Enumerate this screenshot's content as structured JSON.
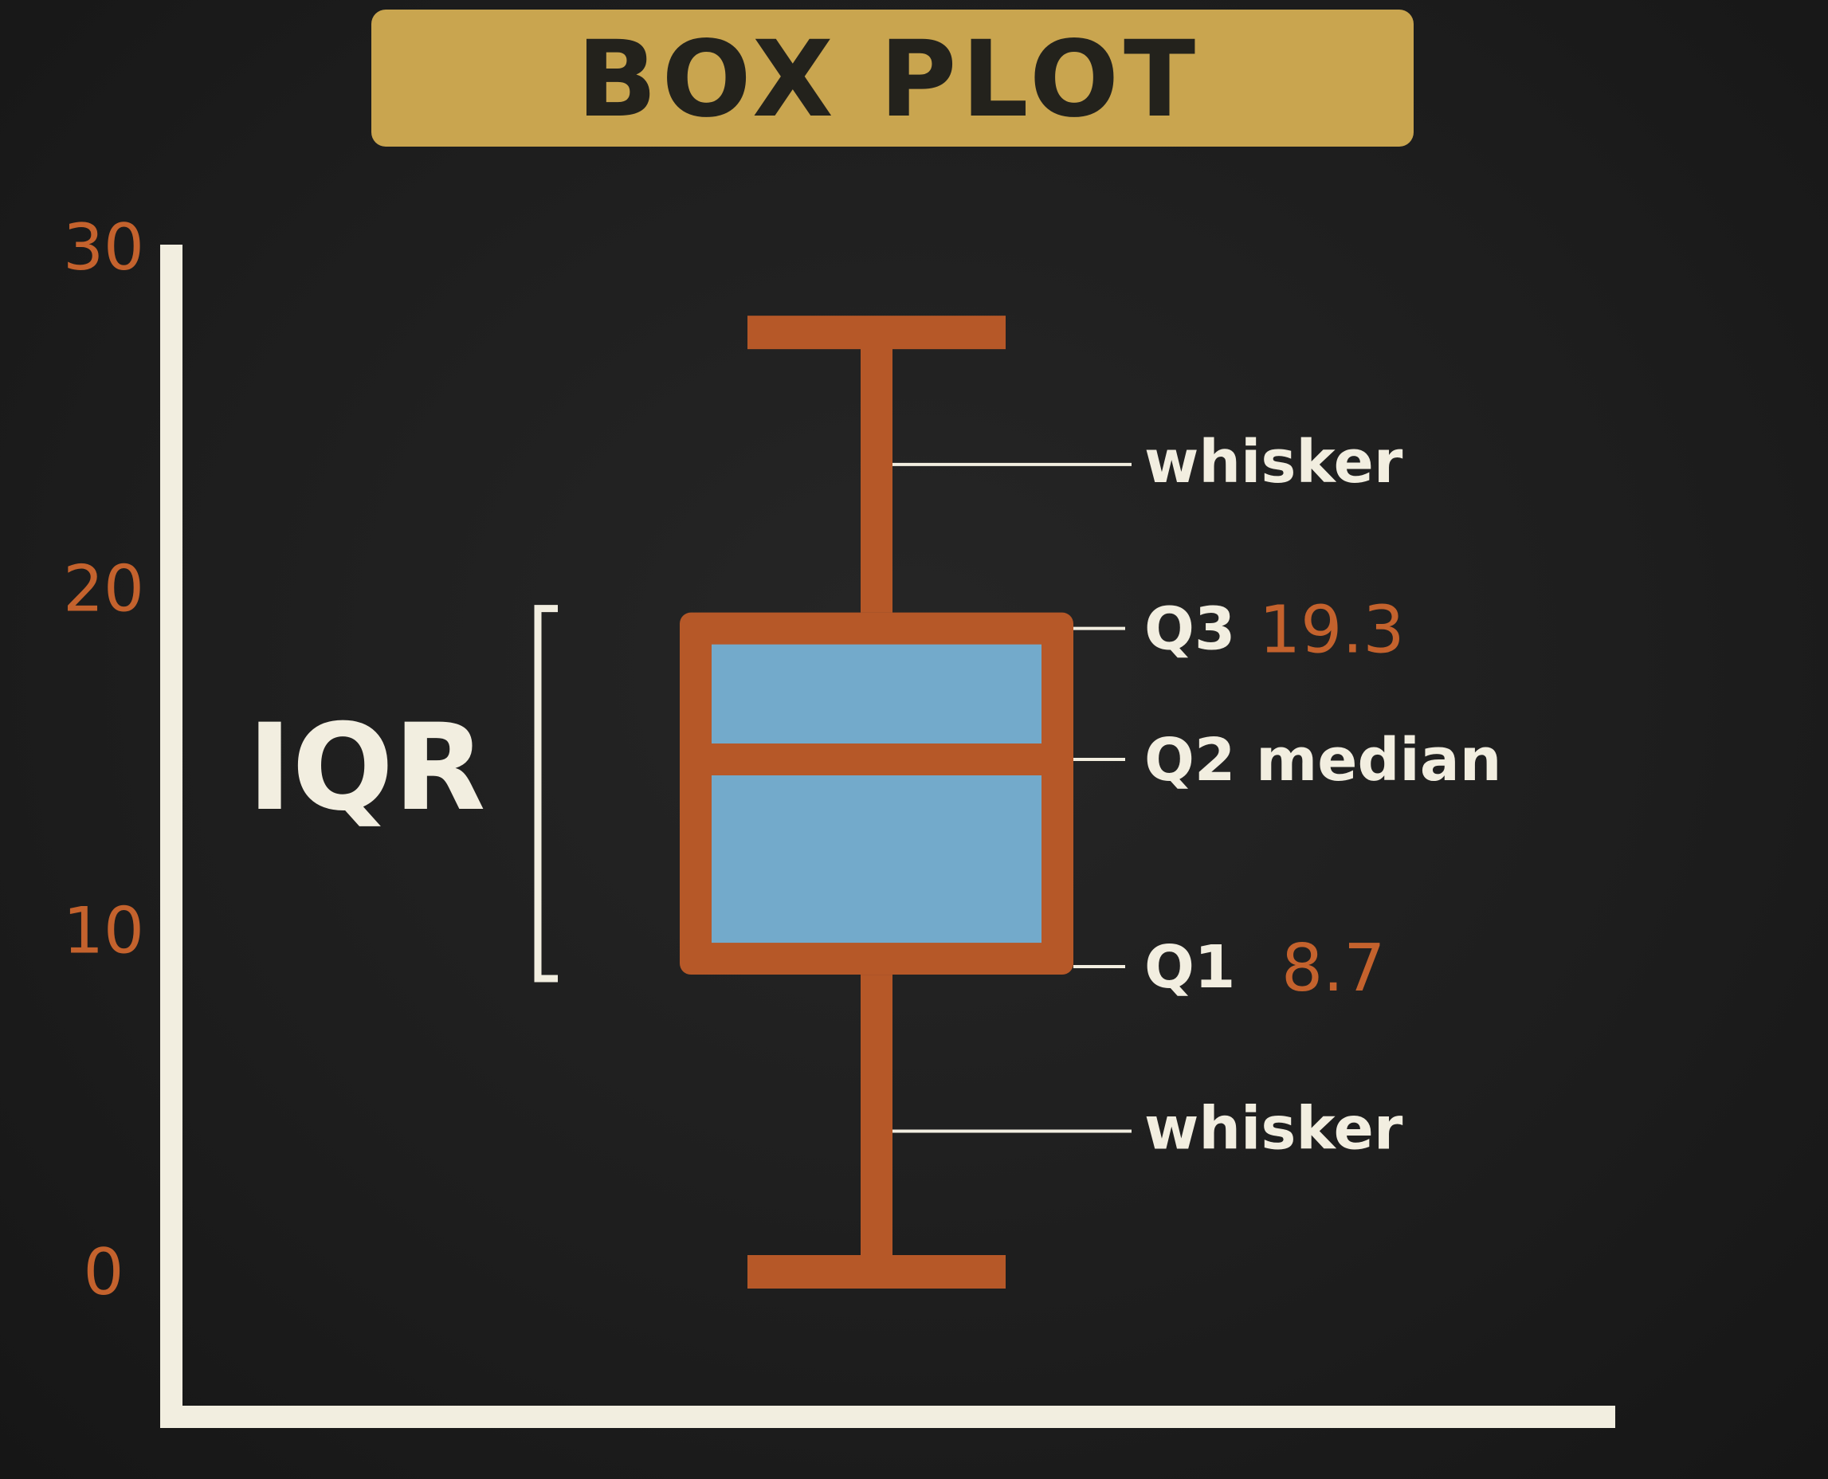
{
  "colors": {
    "background": "#1f1f1f",
    "title_banner": "#c9a54f",
    "title_text": "#23221c",
    "axis": "#f2eee0",
    "tick_text": "#c4622d",
    "box_edge": "#b65828",
    "box_fill": "#73aacb",
    "annotation_text": "#f2eee0",
    "annotation_value": "#c4622d",
    "leader_line": "#f2eee0"
  },
  "chart_data": {
    "type": "box",
    "title": "BOX PLOT",
    "xlabel": "",
    "ylabel": "",
    "ylim": [
      0,
      30
    ],
    "yticks": [
      0,
      10,
      20,
      30
    ],
    "ytick_labels": [
      "0",
      "10",
      "20",
      "30"
    ],
    "grid": false,
    "box": {
      "whisker_low": 0,
      "q1": 8.7,
      "median": 15,
      "q3": 19.3,
      "whisker_high": 27.5
    },
    "annotations": {
      "whisker_upper": "whisker",
      "whisker_lower": "whisker",
      "q3_label": "Q3",
      "q3_value": "19.3",
      "q2_label": "Q2 median",
      "q1_label": "Q1",
      "q1_value": "8.7",
      "iqr_label": "IQR"
    }
  }
}
